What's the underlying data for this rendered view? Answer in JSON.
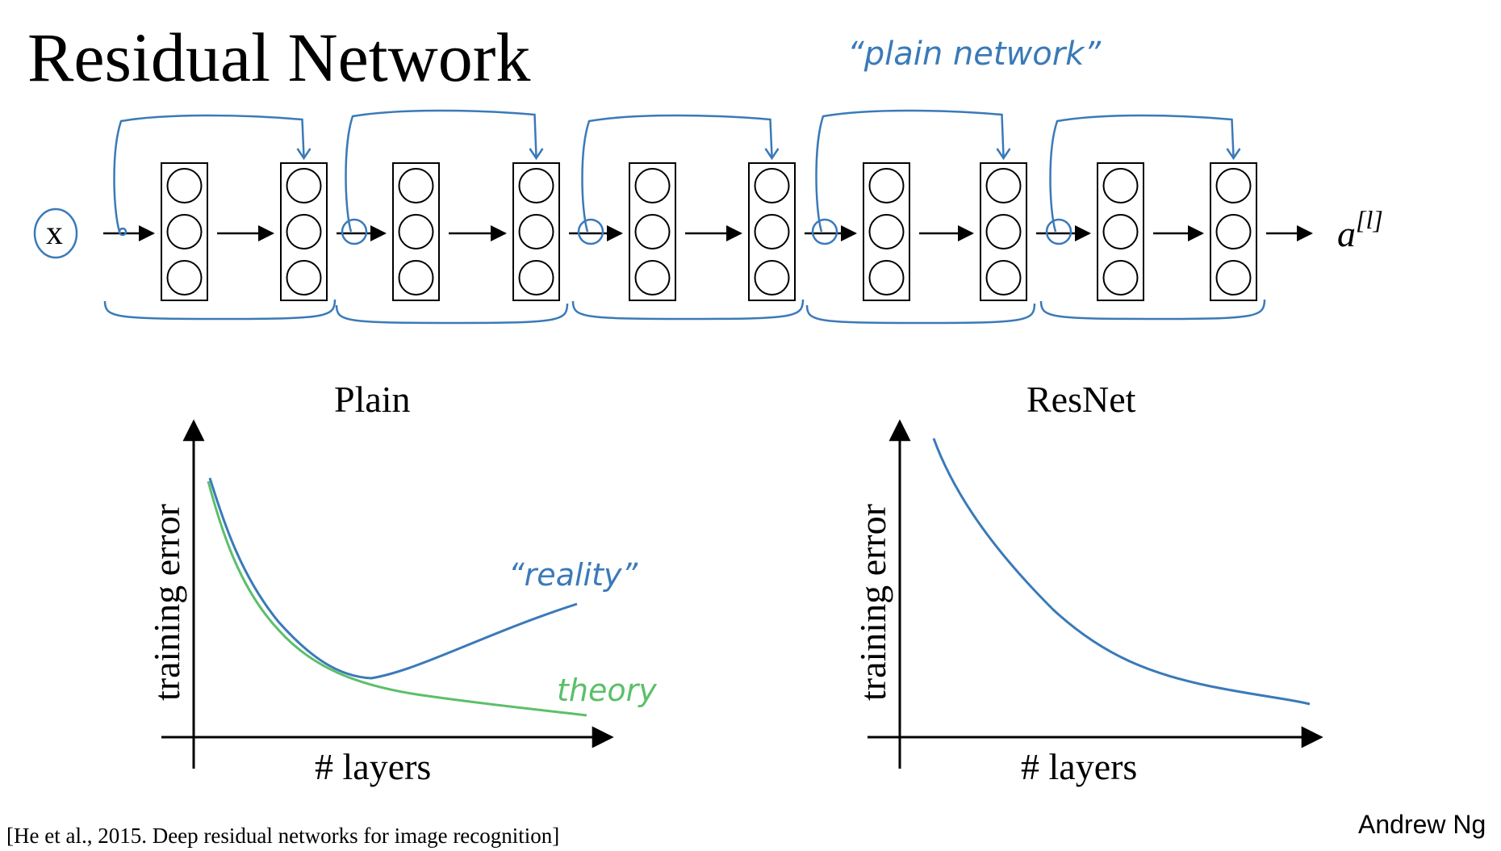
{
  "slide": {
    "title": "Residual Network",
    "citation": "[He et al., 2015. Deep residual networks for image recognition]",
    "author": "Andrew Ng"
  },
  "network": {
    "input_label": "x",
    "output_label": "a",
    "output_superscript": "[l]",
    "annotation": "“plain network”",
    "layer_count": 10,
    "neurons_per_layer": 3,
    "residual_block_count": 5
  },
  "charts": {
    "plain": {
      "title": "Plain",
      "xlabel": "# layers",
      "ylabel": "training error",
      "reality_label": "“reality”",
      "theory_label": "theory"
    },
    "resnet": {
      "title": "ResNet",
      "xlabel": "# layers",
      "ylabel": "training error"
    }
  },
  "colors": {
    "ink": "#000000",
    "annotation_blue": "#3a7ab8",
    "theory_green": "#5cbf6a"
  }
}
